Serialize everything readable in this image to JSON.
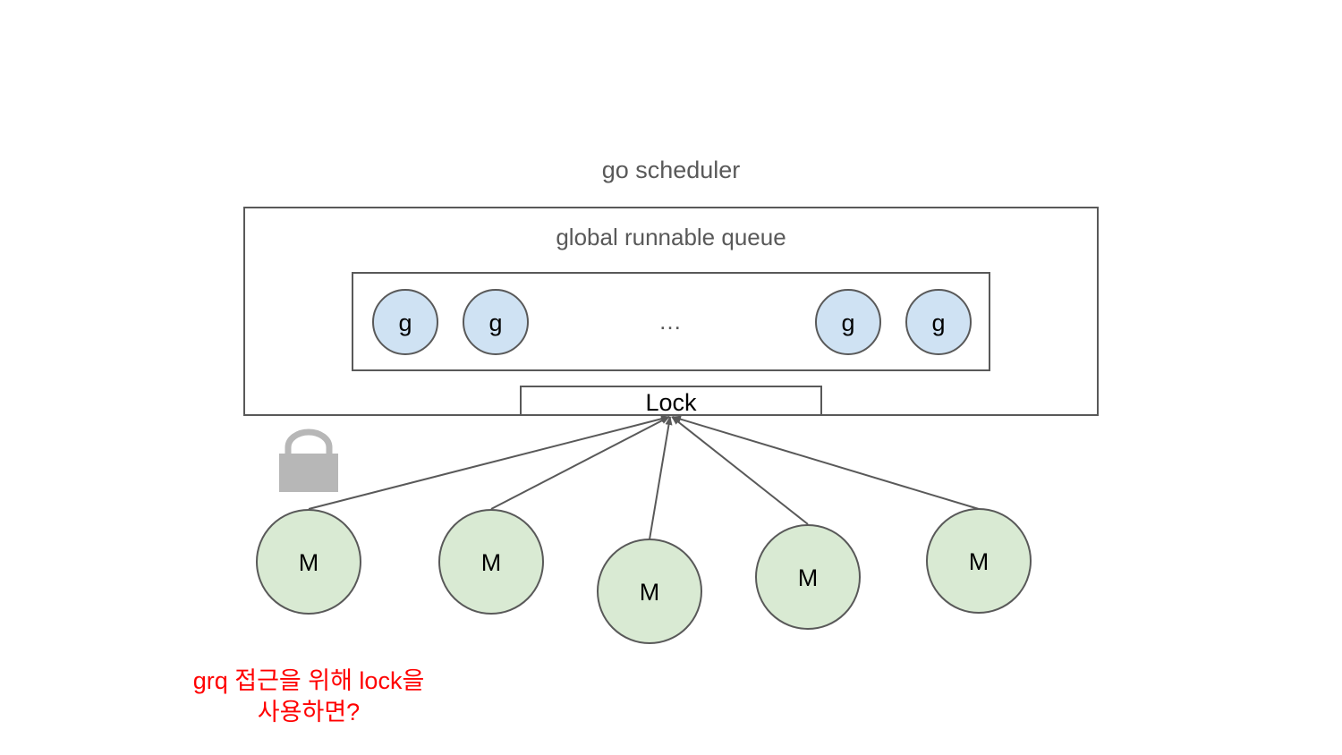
{
  "diagram": {
    "title": "go scheduler",
    "queue_label": "global runnable queue",
    "goroutines": [
      {
        "label": "g"
      },
      {
        "label": "g"
      },
      {
        "label": "g"
      },
      {
        "label": "g"
      }
    ],
    "ellipsis": "…",
    "lock_label": "Lock",
    "machines": [
      {
        "label": "M"
      },
      {
        "label": "M"
      },
      {
        "label": "M"
      },
      {
        "label": "M"
      },
      {
        "label": "M"
      }
    ],
    "caption": {
      "line1": "grq 접근을 위해 lock을",
      "line2": "사용하면?"
    },
    "colors": {
      "goroutine_fill": "#cfe2f3",
      "machine_fill": "#d9ead3",
      "stroke": "#595959",
      "text": "#595959",
      "caption": "#ff0000",
      "padlock": "#b7b7b7"
    },
    "icons": {
      "padlock": "padlock-icon"
    }
  }
}
